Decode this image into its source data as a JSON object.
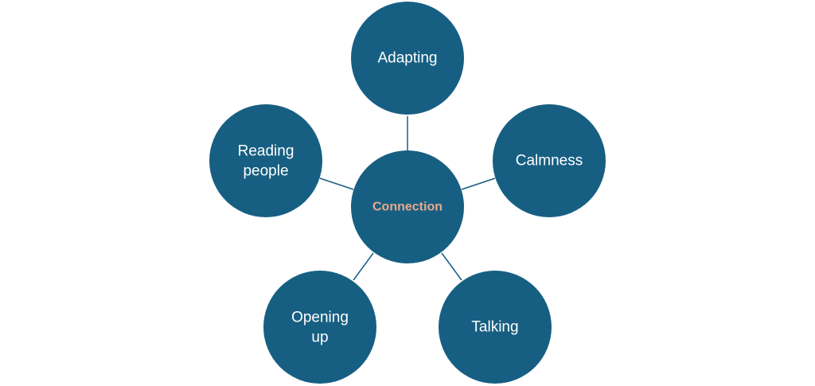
{
  "diagram": {
    "center": {
      "label": "Connection",
      "label_color": "#e8a98a"
    },
    "node_color": "#175f82",
    "text_color": "#ffffff",
    "nodes": [
      {
        "id": "adapting",
        "lines": [
          "Adapting"
        ]
      },
      {
        "id": "calmness",
        "lines": [
          "Calmness"
        ]
      },
      {
        "id": "talking",
        "lines": [
          "Talking"
        ]
      },
      {
        "id": "opening-up",
        "lines": [
          "Opening",
          "up"
        ]
      },
      {
        "id": "reading-people",
        "lines": [
          "Reading",
          "people"
        ]
      }
    ]
  }
}
